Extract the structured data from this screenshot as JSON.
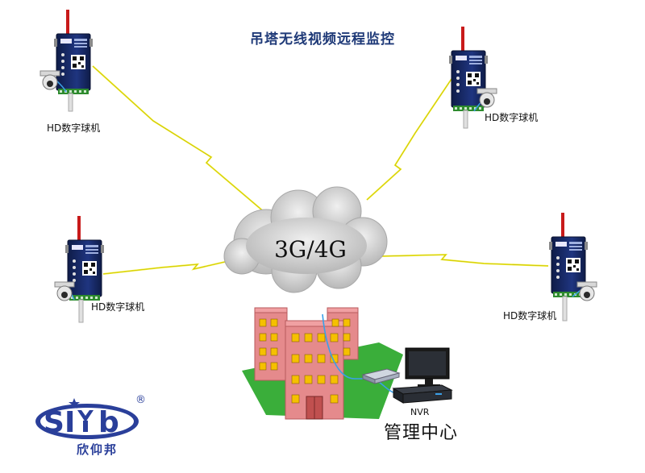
{
  "diagram": {
    "title": "吊塔无线视频远程监控",
    "network_label": "3G/4G",
    "cameras": [
      {
        "label": "HD数字球机"
      },
      {
        "label": "HD数字球机"
      },
      {
        "label": "HD数字球机"
      },
      {
        "label": "HD数字球机"
      }
    ],
    "nvr_label": "NVR",
    "center_label": "管理中心"
  },
  "logo": {
    "brand_text": "SIYB",
    "name_cn": "欣仰邦",
    "registered_mark": "®"
  },
  "colors": {
    "title": "#1f3a78",
    "cloud": "#c9c9c9",
    "lightning": "#f2ef3a",
    "building": "#e58a8c",
    "windows": "#f5c000",
    "lawn": "#3aae3a",
    "router_body": "#1b2c66",
    "logo_blue": "#2a3f9a"
  }
}
